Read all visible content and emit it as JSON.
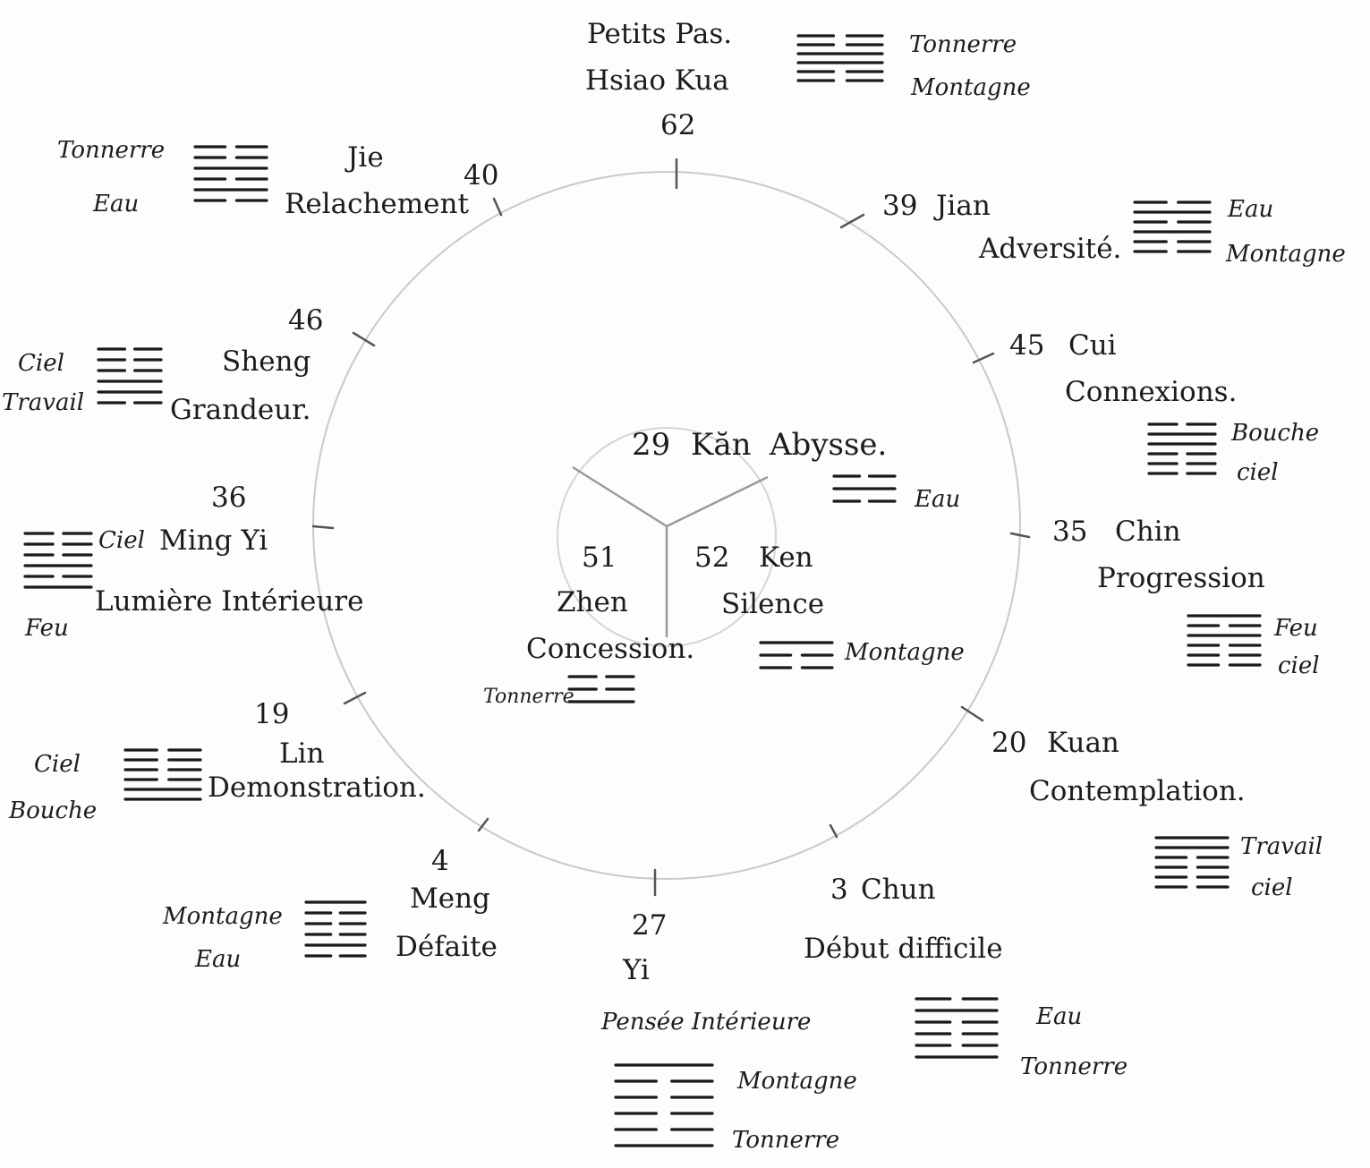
{
  "colors": {
    "ink": "#1a1a1a",
    "circle": "#c9c9c9",
    "paper": "#fdfdfb"
  },
  "center": {
    "top": {
      "number": "29",
      "name": "Kăn",
      "meaning": "Abysse.",
      "trigram_label": "Eau"
    },
    "left": {
      "number": "51",
      "name": "Zhen",
      "meaning": "Concession.",
      "trigram_label": "Tonnerre"
    },
    "right": {
      "number": "52",
      "name": "Ken",
      "meaning": "Silence",
      "trigram_label": "Montagne"
    }
  },
  "hexagrams": [
    {
      "id": "h62",
      "number": "62",
      "name": "Hsiao Kua",
      "meaning": "Petits Pas.",
      "upper": "Tonnerre",
      "lower": "Montagne"
    },
    {
      "id": "h39",
      "number": "39",
      "name": "Jian",
      "meaning": "Adversité.",
      "upper": "Eau",
      "lower": "Montagne"
    },
    {
      "id": "h45",
      "number": "45",
      "name": "Cui",
      "meaning": "Connexions.",
      "upper": "Bouche",
      "lower": "ciel"
    },
    {
      "id": "h35",
      "number": "35",
      "name": "Chin",
      "meaning": "Progression",
      "upper": "Feu",
      "lower": "ciel"
    },
    {
      "id": "h20",
      "number": "20",
      "name": "Kuan",
      "meaning": "Contemplation.",
      "upper": "Travail",
      "lower": "ciel"
    },
    {
      "id": "h3",
      "number": "3",
      "name": "Chun",
      "meaning": "Début difficile",
      "upper": "Eau",
      "lower": "Tonnerre"
    },
    {
      "id": "h27",
      "number": "27",
      "name": "Yi",
      "meaning": "Pensée Intérieure",
      "upper": "Montagne",
      "lower": "Tonnerre"
    },
    {
      "id": "h4",
      "number": "4",
      "name": "Meng",
      "meaning": "Défaite",
      "upper": "Montagne",
      "lower": "Eau"
    },
    {
      "id": "h19",
      "number": "19",
      "name": "Lin",
      "meaning": "Demonstration.",
      "upper": "Ciel",
      "lower": "Bouche"
    },
    {
      "id": "h36",
      "number": "36",
      "name": "Ming Yi",
      "meaning": "Lumière Intérieure",
      "upper": "Ciel",
      "lower": "Feu"
    },
    {
      "id": "h46",
      "number": "46",
      "name": "Sheng",
      "meaning": "Grandeur.",
      "upper": "Ciel",
      "lower": "Travail"
    },
    {
      "id": "h40",
      "number": "40",
      "name": "Jie",
      "meaning": "Relachement",
      "upper": "Tonnerre",
      "lower": "Eau"
    }
  ],
  "hexagram_lines": {
    "h62": [
      0,
      0,
      1,
      1,
      0,
      0
    ],
    "h39": [
      0,
      1,
      0,
      1,
      0,
      0
    ],
    "h45": [
      0,
      1,
      1,
      0,
      0,
      0
    ],
    "h35": [
      1,
      0,
      1,
      0,
      0,
      0
    ],
    "h20": [
      1,
      1,
      0,
      0,
      0,
      0
    ],
    "h3": [
      0,
      1,
      0,
      0,
      0,
      1
    ],
    "h27": [
      1,
      0,
      0,
      0,
      0,
      1
    ],
    "h4": [
      1,
      0,
      0,
      0,
      1,
      0
    ],
    "h19": [
      0,
      0,
      0,
      0,
      1,
      1
    ],
    "h36": [
      0,
      0,
      0,
      1,
      0,
      1
    ],
    "h46": [
      0,
      0,
      0,
      1,
      1,
      0
    ],
    "h40": [
      0,
      0,
      1,
      0,
      1,
      0
    ],
    "center_top": [
      0,
      1,
      0
    ],
    "center_left": [
      0,
      0,
      1
    ],
    "center_right": [
      1,
      0,
      0
    ]
  }
}
